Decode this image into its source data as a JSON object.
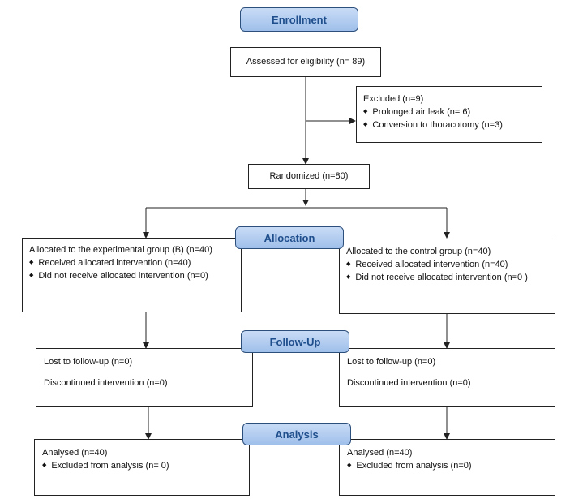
{
  "stages": {
    "enrollment": "Enrollment",
    "allocation": "Allocation",
    "followup": "Follow-Up",
    "analysis": "Analysis"
  },
  "assessed": "Assessed for eligibility (n= 89)",
  "excluded": {
    "title": "Excluded (n=9)",
    "items": [
      "Prolonged air leak (n= 6)",
      "Conversion to thoracotomy (n=3)"
    ]
  },
  "randomized": "Randomized (n=80)",
  "allocation": {
    "left": {
      "title": "Allocated to the experimental group (B) (n=40)",
      "items": [
        "Received allocated intervention (n=40)",
        "Did not receive allocated intervention (n=0)"
      ]
    },
    "right": {
      "title": "Allocated to the control group (n=40)",
      "items": [
        "Received allocated intervention (n=40)",
        "Did not receive allocated intervention (n=0  )"
      ]
    }
  },
  "followup": {
    "left": {
      "lost": "Lost to follow-up (n=0)",
      "discontinued": "Discontinued intervention (n=0)"
    },
    "right": {
      "lost": "Lost to follow-up (n=0)",
      "discontinued": "Discontinued intervention (n=0)"
    }
  },
  "analysis": {
    "left": {
      "title": "Analysed (n=40)",
      "items": [
        "Excluded from analysis (n= 0)"
      ]
    },
    "right": {
      "title": "Analysed (n=40)",
      "items": [
        "Excluded from analysis (n=0)"
      ]
    }
  }
}
